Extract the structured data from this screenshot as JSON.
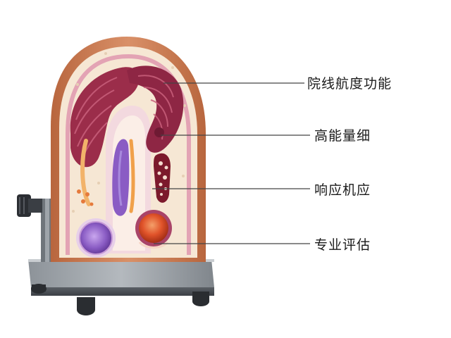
{
  "labels": [
    {
      "id": "label-1",
      "text": "院线航度功能"
    },
    {
      "id": "label-2",
      "text": "高能量细"
    },
    {
      "id": "label-3",
      "text": "响应机应"
    },
    {
      "id": "label-4",
      "text": "专业评估"
    }
  ],
  "colors": {
    "outer_crust": "#c97a4e",
    "tissue_cream": "#f6e7d4",
    "folded_organ": "#9b2d4a",
    "purple_cell": "#8a5cc4",
    "orange_cell": "#e0532a",
    "stand_base": "#7e848b",
    "leader_line": "#444444"
  }
}
